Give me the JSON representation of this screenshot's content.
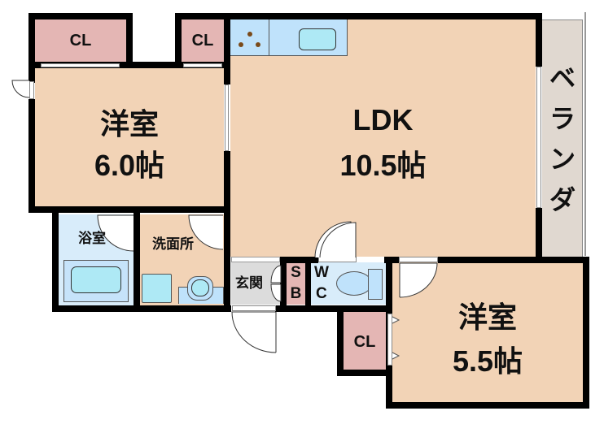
{
  "floorplan": {
    "colors": {
      "room": "#f2d3b6",
      "closet": "#e4b6b4",
      "wet": "#d8ecfa",
      "fixture": "#aee9f5",
      "kitchen": "#bfe2fb",
      "entrance": "#dcdcdc",
      "veranda": "#e0d8d0",
      "wall": "#000000"
    },
    "rooms": {
      "western_room_1": {
        "name": "洋室",
        "size": "6.0帖"
      },
      "ldk": {
        "name": "LDK",
        "size": "10.5帖"
      },
      "western_room_2": {
        "name": "洋室",
        "size": "5.5帖"
      },
      "veranda": {
        "name": "ベランダ",
        "chars": [
          "ベ",
          "ラ",
          "ン",
          "ダ"
        ]
      },
      "bathroom": {
        "name": "浴室"
      },
      "washroom": {
        "name": "洗面所"
      },
      "entrance": {
        "name": "玄関"
      },
      "shoe_box": {
        "line1": "S",
        "line2": "B"
      },
      "toilet": {
        "line1": "W",
        "line2": "C"
      },
      "closet_1": {
        "name": "CL"
      },
      "closet_2": {
        "name": "CL"
      },
      "closet_3": {
        "name": "CL"
      }
    }
  }
}
